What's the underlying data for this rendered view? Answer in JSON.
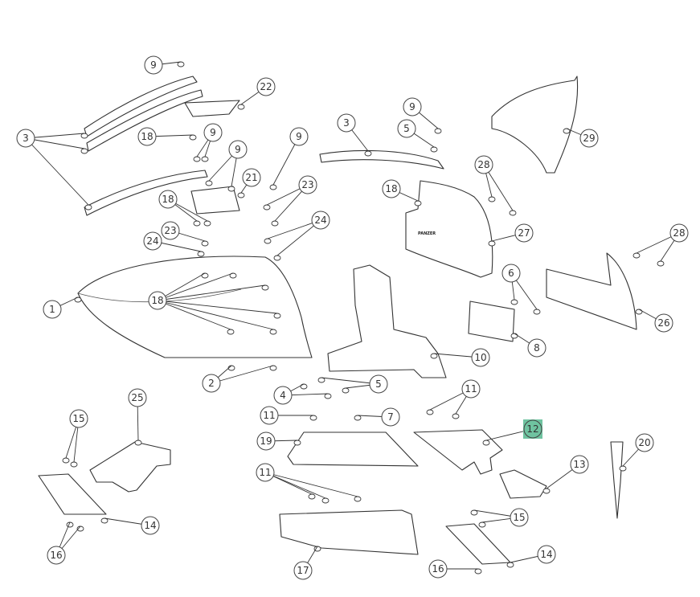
{
  "diagram": {
    "type": "exploded parts diagram",
    "highlight_color": "#6fc3a0",
    "highlighted_callout": "12",
    "part_logo_text": "PANZER",
    "callouts": [
      "9",
      "22",
      "3",
      "18",
      "9",
      "9",
      "21",
      "18",
      "23",
      "24",
      "9",
      "23",
      "24",
      "1",
      "18",
      "2",
      "3",
      "9",
      "5",
      "18",
      "29",
      "28",
      "27",
      "28",
      "26",
      "6",
      "8",
      "10",
      "5",
      "4",
      "11",
      "11",
      "7",
      "12",
      "19",
      "13",
      "20",
      "25",
      "15",
      "11",
      "15",
      "14",
      "16",
      "17",
      "14",
      "16"
    ]
  }
}
